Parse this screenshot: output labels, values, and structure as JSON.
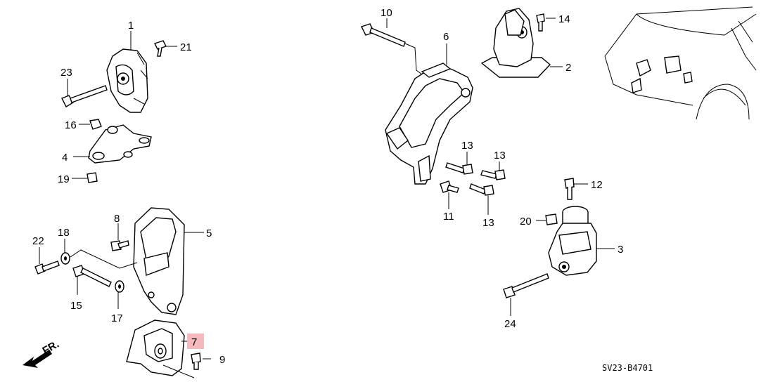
{
  "diagram": {
    "code": "SV23-B4701",
    "direction_label": "FR.",
    "highlight_color": "#f4b8bd",
    "labels": [
      "1",
      "2",
      "3",
      "4",
      "5",
      "6",
      "7",
      "8",
      "9",
      "10",
      "11",
      "12",
      "13",
      "13",
      "13",
      "13",
      "14",
      "15",
      "16",
      "17",
      "18",
      "19",
      "20",
      "21",
      "22",
      "23",
      "24"
    ]
  }
}
